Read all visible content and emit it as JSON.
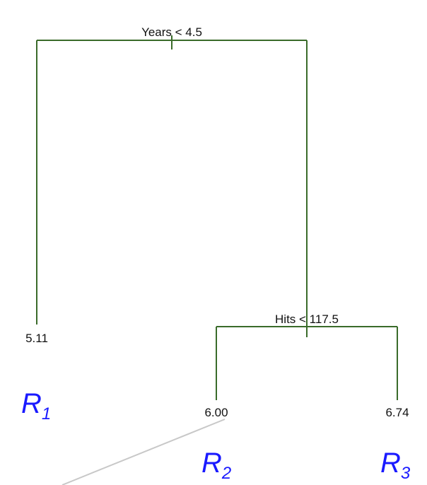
{
  "tree": {
    "root_split": {
      "variable": "Years",
      "operator": "<",
      "threshold": "4.5",
      "label": "Years < 4.5"
    },
    "inner_split": {
      "variable": "Hits",
      "operator": "<",
      "threshold": "117.5",
      "label": "Hits < 117.5"
    },
    "leaves": [
      {
        "value": "5.11",
        "region": "R",
        "subscript": "1"
      },
      {
        "value": "6.00",
        "region": "R",
        "subscript": "2"
      },
      {
        "value": "6.74",
        "region": "R",
        "subscript": "3"
      }
    ]
  },
  "colors": {
    "branch": "#3a6b2a",
    "region_label": "#1a1aff",
    "text": "#111111",
    "pointer_line": "#c8c8c8"
  }
}
